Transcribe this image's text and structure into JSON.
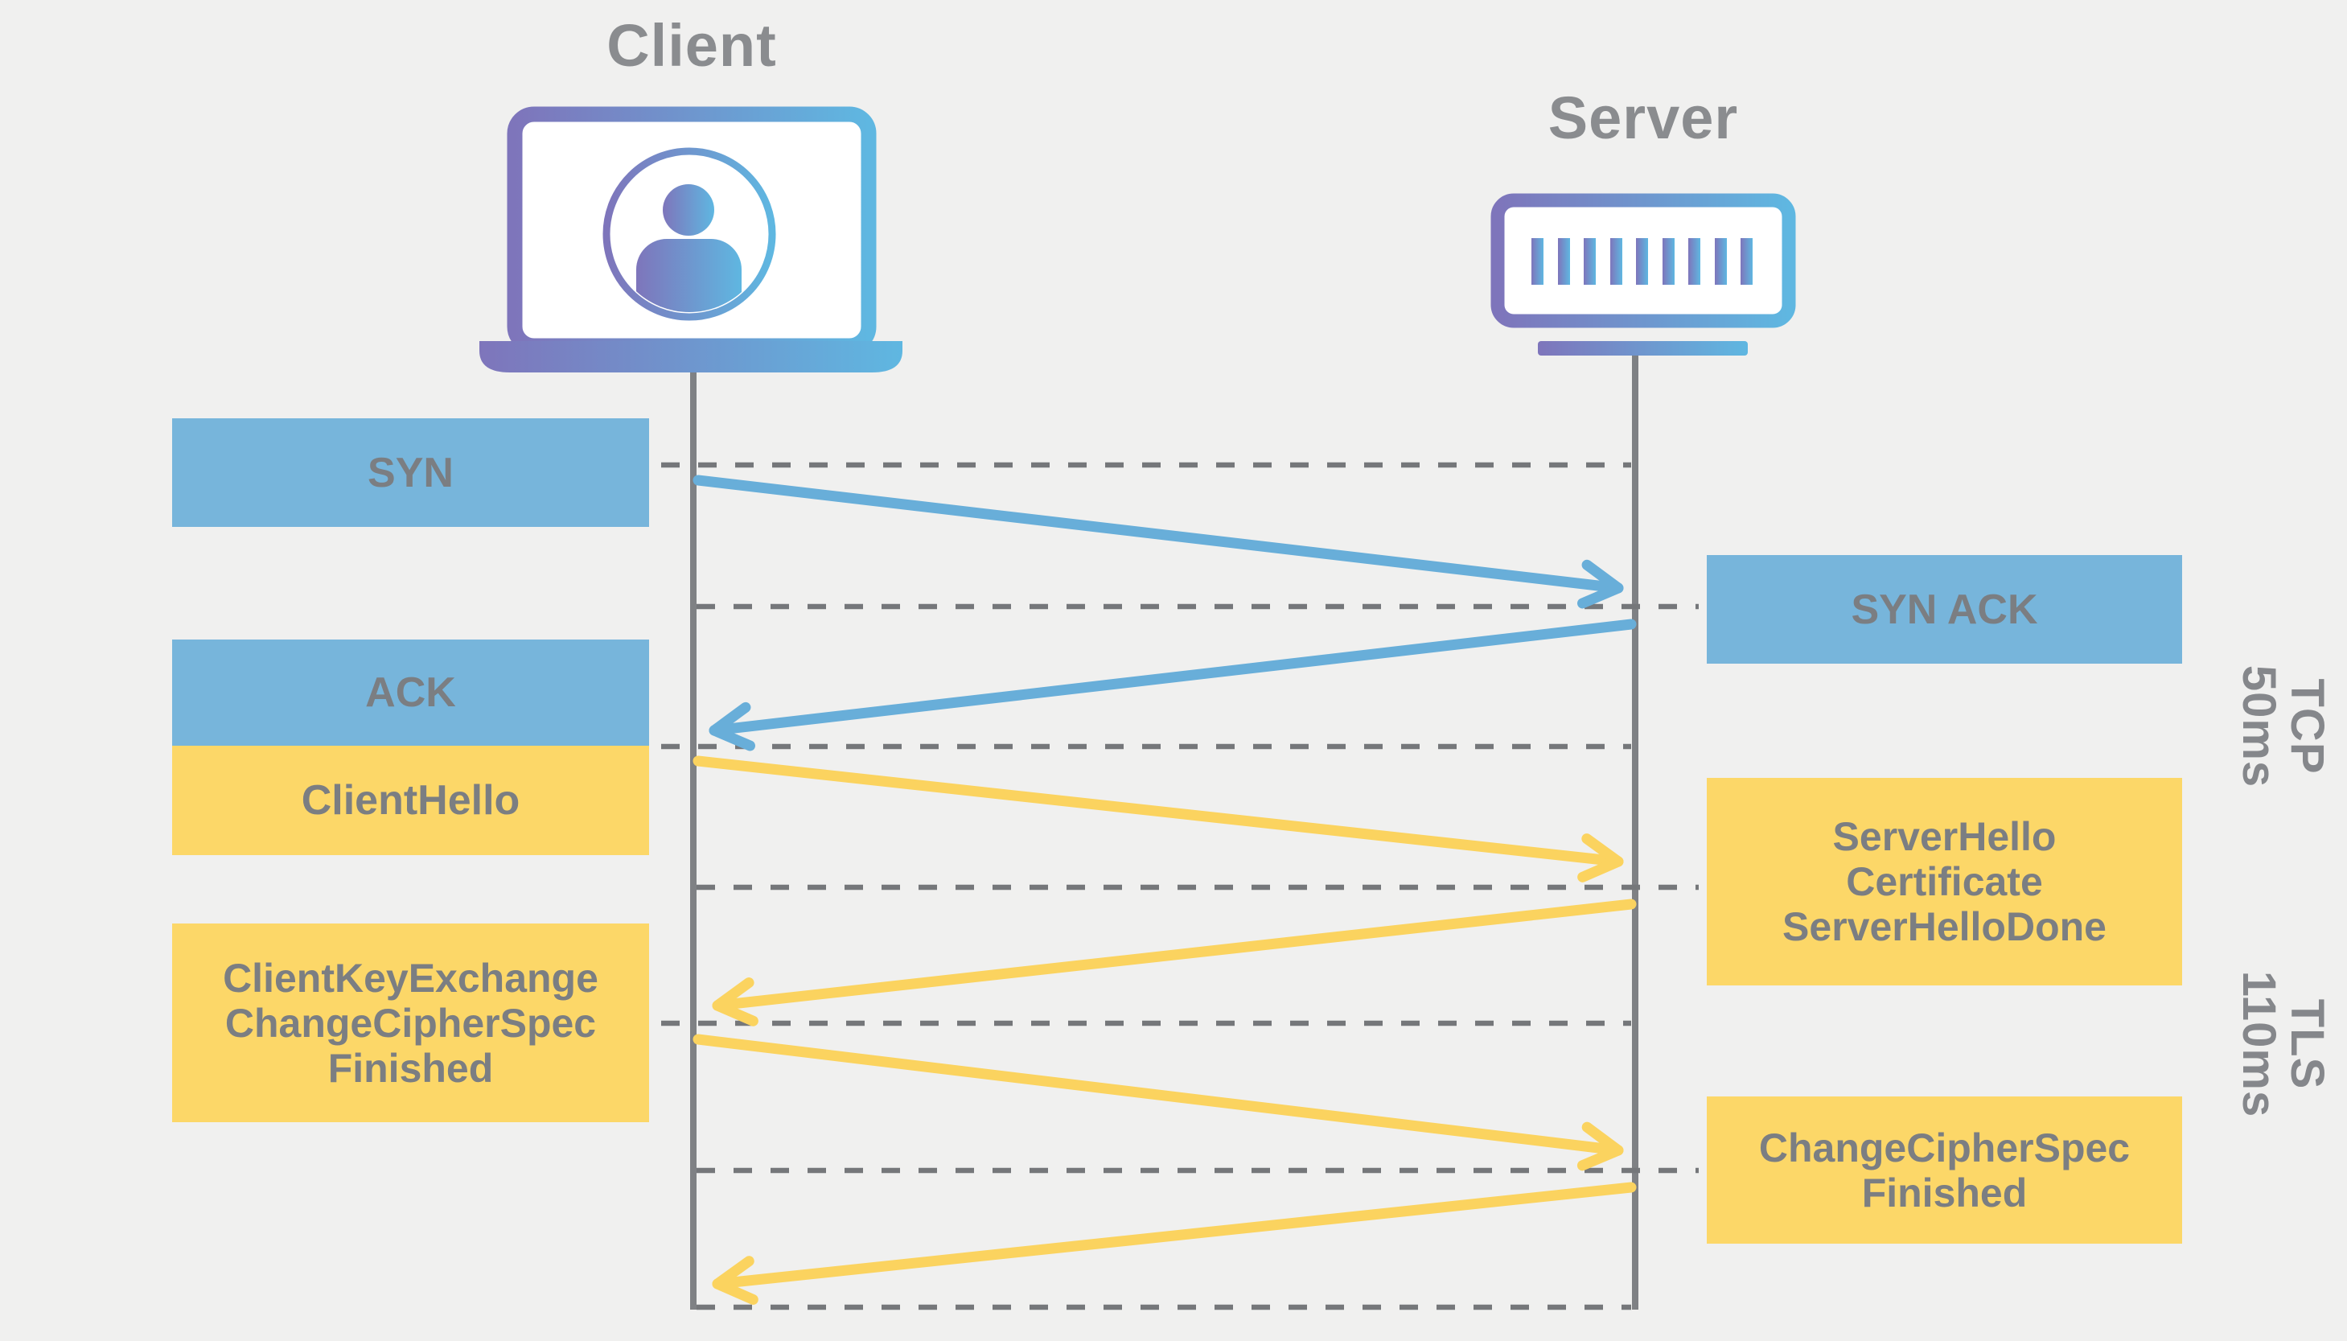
{
  "actors": {
    "client": {
      "label": "Client"
    },
    "server": {
      "label": "Server"
    }
  },
  "messages": {
    "syn": {
      "label": "SYN",
      "direction": "client-to-server",
      "color": "blue"
    },
    "syn_ack": {
      "label": "SYN ACK",
      "direction": "server-to-client",
      "color": "blue"
    },
    "ack": {
      "label": "ACK",
      "direction": "client-to-server",
      "color": "blue"
    },
    "client_hello": {
      "label": "ClientHello",
      "direction": "client-to-server",
      "color": "yellow"
    },
    "server_hello": {
      "lines": [
        "ServerHello",
        "Certificate",
        "ServerHelloDone"
      ],
      "direction": "server-to-client",
      "color": "yellow"
    },
    "client_key_exchange": {
      "lines": [
        "ClientKeyExchange",
        "ChangeCipherSpec",
        "Finished"
      ],
      "direction": "client-to-server",
      "color": "yellow"
    },
    "change_cipher_spec": {
      "lines": [
        "ChangeCipherSpec",
        "Finished"
      ],
      "direction": "server-to-client",
      "color": "yellow"
    }
  },
  "phases": {
    "tcp": {
      "name": "TCP",
      "duration": "50ms"
    },
    "tls": {
      "name": "TLS",
      "duration": "110ms"
    }
  },
  "colors": {
    "bg": "#f0f0ef",
    "box_blue": "#77b5db",
    "box_yellow": "#fcd768",
    "arrow_blue": "#68aed9",
    "arrow_yellow": "#fbd35f",
    "text_gray": "#7b7e82",
    "label_gray": "#8a8c8f",
    "phase_gray": "#85878b",
    "line_gray": "#7f8184",
    "dash_gray": "#75777a",
    "grad_purple": "#7e75bb",
    "grad_blue": "#5fb7e1"
  }
}
